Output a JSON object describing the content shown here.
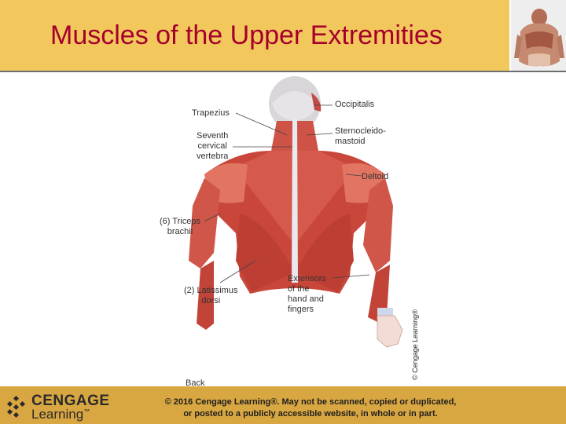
{
  "slide": {
    "title": "Muscles of the Upper Extremities"
  },
  "figure": {
    "labels": {
      "trapezius": "Trapezius",
      "seventh_1": "Seventh",
      "seventh_2": "cervical",
      "seventh_3": "vertebra",
      "triceps_1": "(6) Triceps",
      "triceps_2": "brachii",
      "latissimus_1": "(2) Latissimus",
      "latissimus_2": "dorsi",
      "occipitalis": "Occipitalis",
      "sterno_1": "Sternocleido-",
      "sterno_2": "mastoid",
      "deltoid": "Deltoid",
      "ext_1": "Extensors",
      "ext_2": "of the",
      "ext_3": "hand and",
      "ext_4": "fingers",
      "view": "Back"
    },
    "credit": "© Cengage Learning®"
  },
  "footer": {
    "logo_line1": "CENGAGE",
    "logo_line2": "Learning",
    "logo_trademark": "™",
    "copyright_line1": "© 2016 Cengage Learning®. May not be scanned, copied or duplicated,",
    "copyright_line2": "or posted to a publicly accessible website, in whole or in part."
  },
  "colors": {
    "title_bar": "#f2c75c",
    "title_text": "#a5002d",
    "footer_bar": "#d9a741",
    "muscle": "#c9473a",
    "muscle_light": "#e27462"
  }
}
